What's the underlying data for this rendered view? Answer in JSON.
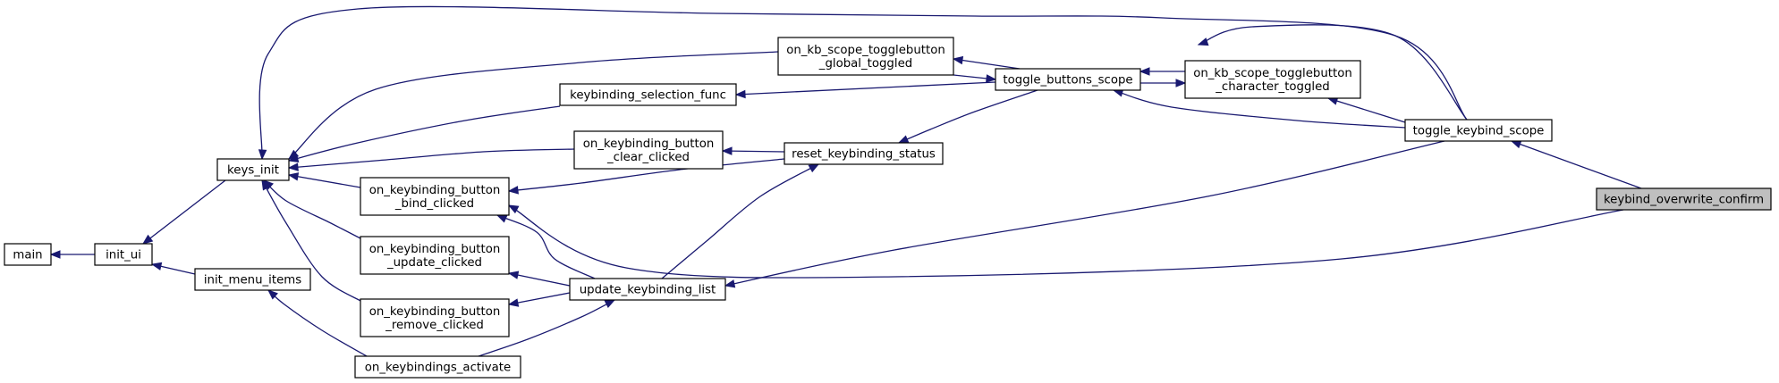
{
  "nodes": {
    "main": {
      "lines": [
        "main"
      ]
    },
    "init_ui": {
      "lines": [
        "init_ui"
      ]
    },
    "init_menu_items": {
      "lines": [
        "init_menu_items"
      ]
    },
    "keys_init": {
      "lines": [
        "keys_init"
      ]
    },
    "on_keybindings_activate": {
      "lines": [
        "on_keybindings_activate"
      ]
    },
    "on_kb_scope_togglebutton_global_toggled": {
      "lines": [
        "on_kb_scope_togglebutton",
        "_global_toggled"
      ]
    },
    "keybinding_selection_func": {
      "lines": [
        "keybinding_selection_func"
      ]
    },
    "on_keybinding_button_clear_clicked": {
      "lines": [
        "on_keybinding_button",
        "_clear_clicked"
      ]
    },
    "on_keybinding_button_bind_clicked": {
      "lines": [
        "on_keybinding_button",
        "_bind_clicked"
      ]
    },
    "on_keybinding_button_update_clicked": {
      "lines": [
        "on_keybinding_button",
        "_update_clicked"
      ]
    },
    "on_keybinding_button_remove_clicked": {
      "lines": [
        "on_keybinding_button",
        "_remove_clicked"
      ]
    },
    "update_keybinding_list": {
      "lines": [
        "update_keybinding_list"
      ]
    },
    "reset_keybinding_status": {
      "lines": [
        "reset_keybinding_status"
      ]
    },
    "toggle_buttons_scope": {
      "lines": [
        "toggle_buttons_scope"
      ]
    },
    "on_kb_scope_togglebutton_character_toggled": {
      "lines": [
        "on_kb_scope_togglebutton",
        "_character_toggled"
      ]
    },
    "toggle_keybind_scope": {
      "lines": [
        "toggle_keybind_scope"
      ]
    },
    "keybind_overwrite_confirm": {
      "lines": [
        "keybind_overwrite_confirm"
      ]
    }
  },
  "colors": {
    "edge": "#191970",
    "node_border": "#000000",
    "highlight_fill": "#bfbfbf"
  }
}
